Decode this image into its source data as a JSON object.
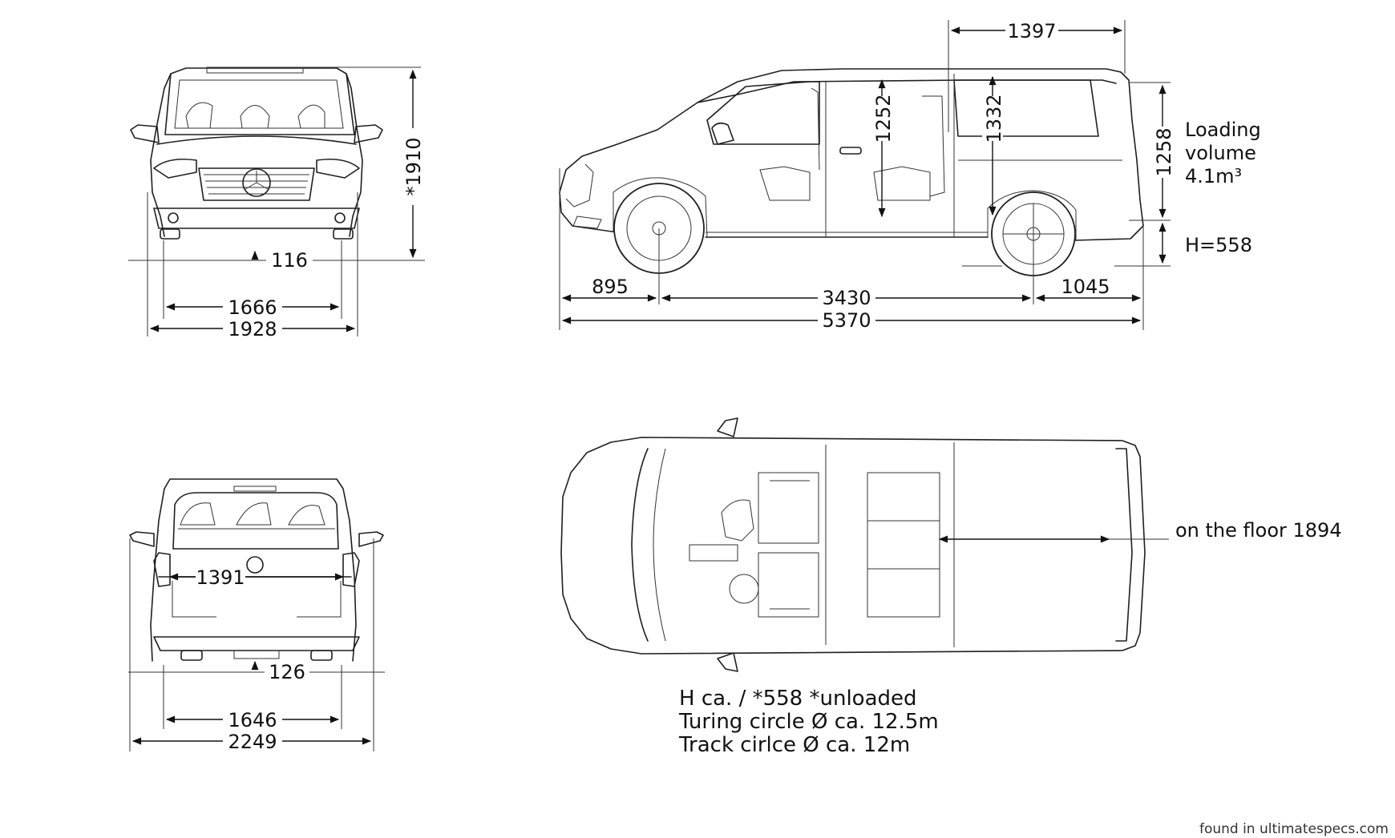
{
  "front_view": {
    "height": "*1910",
    "ground_clearance": "116",
    "track_width": "1666",
    "body_width": "1928"
  },
  "side_view": {
    "roof_section": "1397",
    "interior_height_front": "1252",
    "interior_height_rear": "1332",
    "rear_opening_height": "1258",
    "loading_volume_line1": "Loading",
    "loading_volume_line2": "volume",
    "loading_volume_line3": "4.1m³",
    "loading_sill_height": "H=558",
    "front_overhang": "895",
    "wheelbase": "3430",
    "rear_overhang": "1045",
    "overall_length": "5370"
  },
  "rear_view": {
    "inner_width": "1391",
    "ground_clearance": "126",
    "track_width": "1646",
    "width_with_mirrors": "2249"
  },
  "top_view": {
    "floor_length": "on the floor 1894"
  },
  "notes": {
    "line1": "H ca. / *558   *unloaded",
    "line2": "Turing circle Ø ca. 12.5m",
    "line3": "Track cirlce Ø ca. 12m"
  },
  "credit": "found in ultimatespecs.com"
}
